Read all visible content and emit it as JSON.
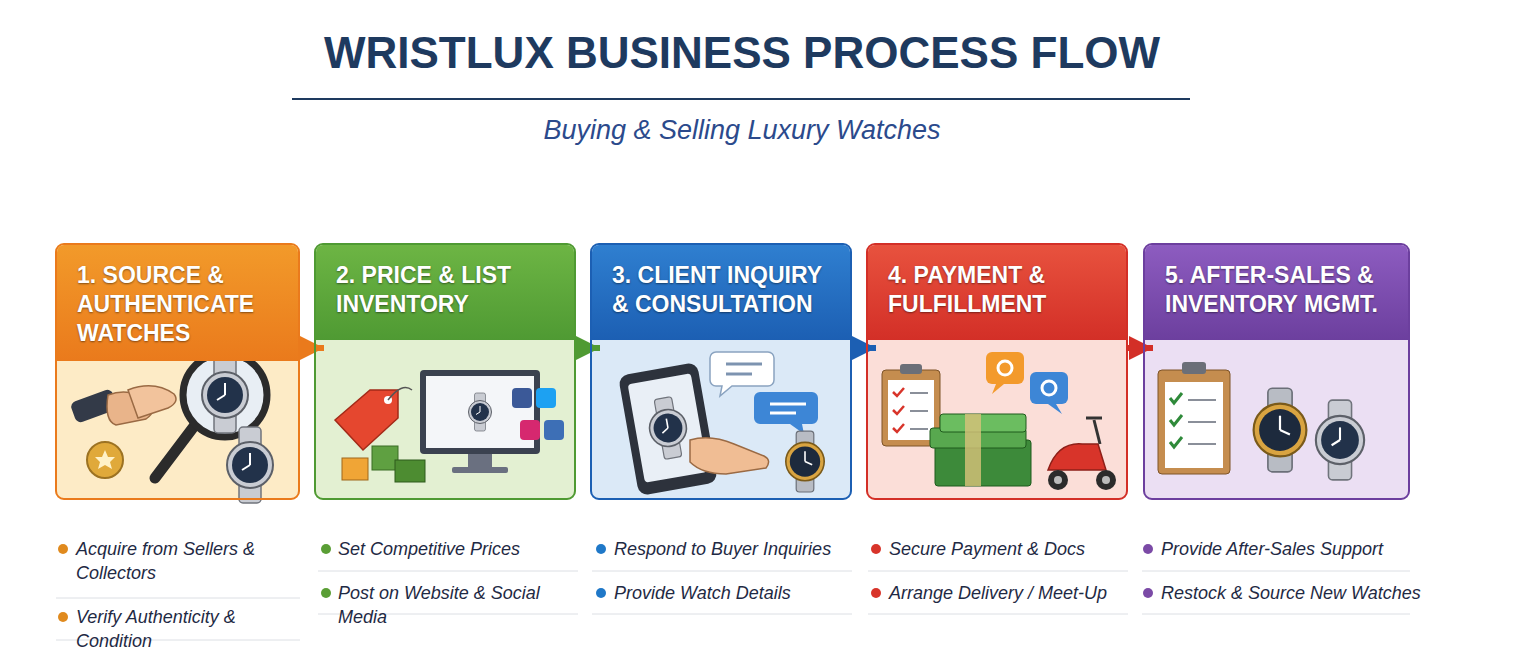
{
  "diagram": {
    "title": "WRISTLUX BUSINESS PROCESS FLOW",
    "nodes": [
      {
        "text": [
          "1. SOURCE & AUTHENTICATE WATCHES"
        ]
      },
      {
        "text": [
          "2. PRICE & LIST INVENTORY"
        ]
      },
      {
        "text": [
          "3. CLIENT INQUIRY & CONSULTATION"
        ]
      },
      {
        "text": [
          "4. PAYMENT & FULFILLMENT"
        ]
      },
      {
        "text": [
          "5. AFTER-SALES & INVENTORY MGMT."
        ]
      }
    ],
    "edges": [
      {
        "from": 0,
        "to": 1,
        "arrow": "to"
      },
      {
        "from": 1,
        "to": 2,
        "arrow": "to"
      },
      {
        "from": 2,
        "to": 3,
        "arrow": "to"
      },
      {
        "from": 3,
        "to": 4,
        "arrow": "to"
      }
    ],
    "labels": [
      "Buying & Selling Luxury Watches",
      "Acquire from Sellers & Collectors",
      "Verify Authenticity & Condition",
      "Set Competitive Prices",
      "Post on Website & Social Media",
      "Respond to Buyer Inquiries",
      "Provide Watch Details",
      "Secure Payment & Docs",
      "Arrange Delivery / Meet-Up",
      "Provide After-Sales Support",
      "Restock & Source New Watches"
    ]
  }
}
